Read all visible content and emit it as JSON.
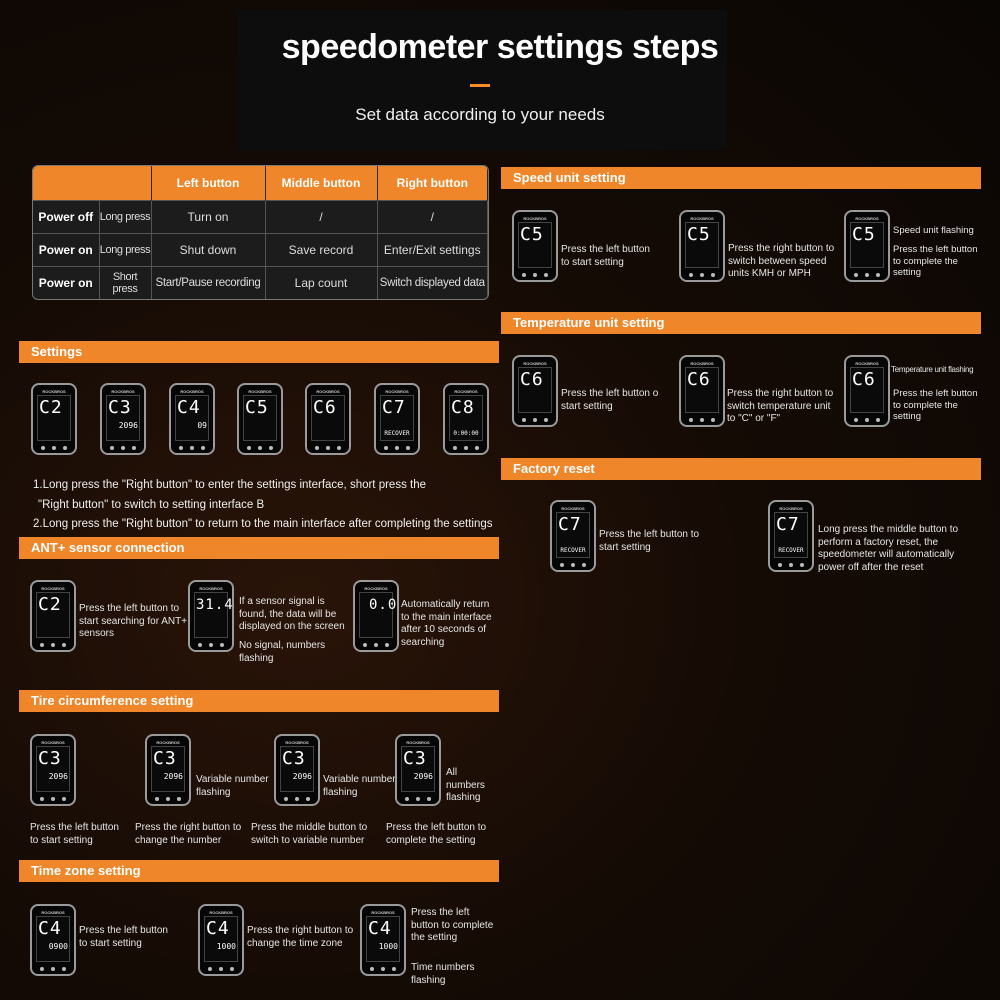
{
  "header": {
    "title": "speedometer settings steps",
    "subtitle": "Set data according to your needs"
  },
  "button_table": {
    "columns": [
      "",
      "Left button",
      "Middle button",
      "Right button"
    ],
    "rows": [
      {
        "state": "Power off",
        "press": "Long press",
        "left": "Turn on",
        "middle": "/",
        "right": "/"
      },
      {
        "state": "Power on",
        "press": "Long press",
        "left": "Shut down",
        "middle": "Save record",
        "right": "Enter/Exit settings"
      },
      {
        "state": "Power on",
        "press": "Short press",
        "left": "Start/Pause recording",
        "middle": "Lap count",
        "right": "Switch displayed data"
      }
    ]
  },
  "settings": {
    "title": "Settings",
    "screens": [
      {
        "code": "C2",
        "num": "",
        "word": ""
      },
      {
        "code": "C3",
        "num": "2096",
        "word": ""
      },
      {
        "code": "C4",
        "num": "09",
        "word": ""
      },
      {
        "code": "C5",
        "num": "",
        "word": ""
      },
      {
        "code": "C6",
        "num": "",
        "word": ""
      },
      {
        "code": "C7",
        "num": "",
        "word": "RECOVER"
      },
      {
        "code": "C8",
        "num": "0:00:00",
        "word": ""
      }
    ],
    "note1": "1.Long press the \"Right button\" to enter the settings interface, short press the",
    "note1b": "\"Right button\" to switch to setting interface B",
    "note2": "2.Long press the \"Right button\" to return to the main interface after completing the settings"
  },
  "ant": {
    "title": "ANT+ sensor connection",
    "cap1": "Press the left button to start searching for ANT+ sensors",
    "cap2": "If a sensor signal is found, the data will be displayed on the screen",
    "cap3": "No signal, numbers flashing",
    "cap4": "Automatically return to the main interface after 10 seconds of searching",
    "screen1": "C2",
    "screen2": "31.4",
    "screen3": "0.0"
  },
  "tire": {
    "title": "Tire circumference setting",
    "code": "C3",
    "num": "2096",
    "caps": [
      "Press the left button to start setting",
      "Press the right button to change the number",
      "Press the middle button to switch to variable number",
      "Press the left button to complete the setting"
    ],
    "flash1": "Variable number flashing",
    "flash2": "Variable number flashing",
    "flash3": "All numbers flashing"
  },
  "timezone": {
    "title": "Time zone setting",
    "code": "C4",
    "nums": [
      "0900",
      "1000",
      "1000"
    ],
    "caps": [
      "Press the left button to start setting",
      "Press the right button to change the time zone",
      "Press the left button to complete the setting"
    ],
    "flash": "Time numbers flashing"
  },
  "speed_unit": {
    "title": "Speed unit setting",
    "code": "C5",
    "cap1": "Press the left button to start setting",
    "cap2": "Press the right button to switch between speed units KMH or MPH",
    "cap3": "Press the left button to complete the setting",
    "flash": "Speed unit flashing"
  },
  "temp_unit": {
    "title": "Temperature unit setting",
    "code": "C6",
    "cap1": "Press the left button o start setting",
    "cap2": "Press the right button to switch temperature unit to \"C\" or \"F\"",
    "cap3": "Press the left button to complete the setting",
    "flash": "Temperature unit flashing"
  },
  "factory": {
    "title": "Factory reset",
    "code": "C7",
    "word": "RECOVER",
    "cap1": "Press the left button to start setting",
    "cap2": "Long press the middle button to perform a factory reset, the speedometer will automatically power off after the reset"
  },
  "brand": "ROCKBROS"
}
